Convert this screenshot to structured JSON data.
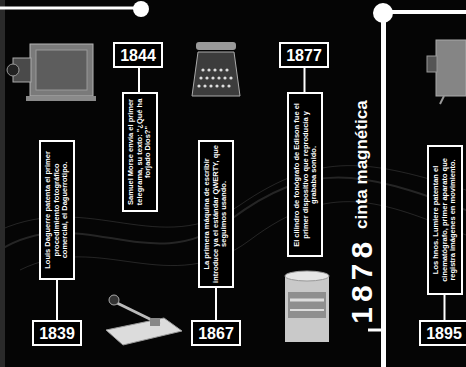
{
  "diagram": {
    "nodes": [
      {
        "text": [
          "Louis Daguerre patenta el primer procedimiento fotográfico comercial, el Daguerrotipo."
        ]
      },
      {
        "text": [
          "1839"
        ]
      },
      {
        "text": [
          "1844"
        ]
      },
      {
        "text": [
          "Samuel Morse envía el primer telegrama, su texto: \"¿Qué ha forjado Dios?\""
        ]
      },
      {
        "text": [
          "La primera máquina de escribir introduce ya el estándar QWERTY, que seguimos usando."
        ]
      },
      {
        "text": [
          "1867"
        ]
      },
      {
        "text": [
          "1877"
        ]
      },
      {
        "text": [
          "El cilindro de fonógrafo de Edison fue el primer dispositivo que reproducía y grababa sonido."
        ]
      },
      {
        "text": [
          "Los hnos. Lumiere patentan el cinematógrafo, primer aparato que registra imágenes en movimiento."
        ]
      },
      {
        "text": [
          "1895"
        ]
      }
    ],
    "edges": [
      {
        "from": 0,
        "to": 1,
        "arrow": "none"
      },
      {
        "from": 2,
        "to": 3,
        "arrow": "none"
      },
      {
        "from": 4,
        "to": 5,
        "arrow": "none"
      },
      {
        "from": 6,
        "to": 7,
        "arrow": "none"
      },
      {
        "from": 8,
        "to": 9,
        "arrow": "none"
      }
    ],
    "labels": [
      "1878",
      "cinta magnética"
    ]
  }
}
